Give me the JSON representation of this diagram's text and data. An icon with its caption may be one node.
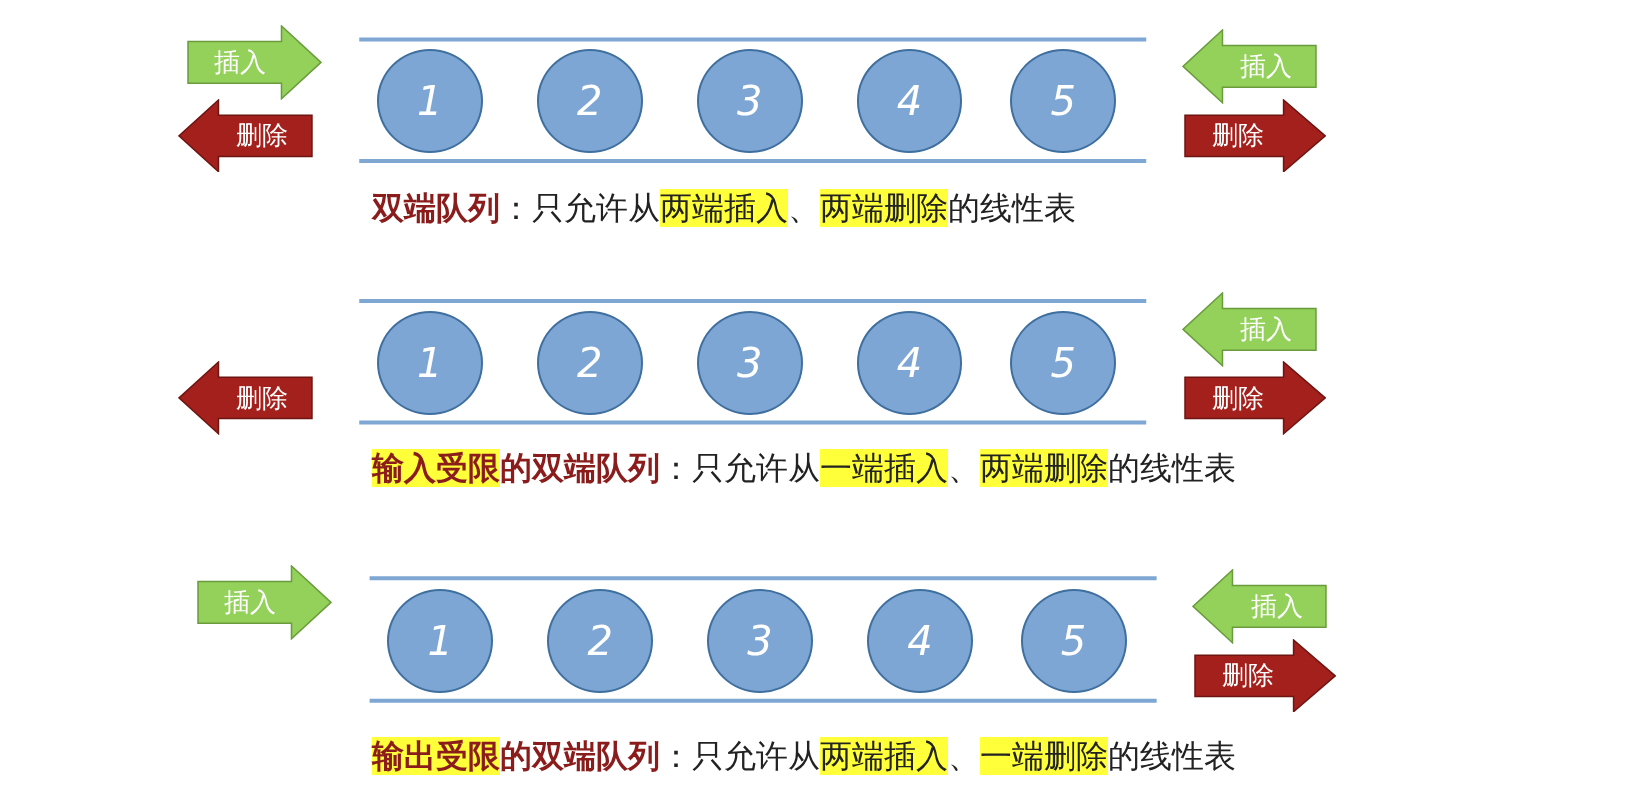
{
  "diagram": {
    "nodes": [
      {
        "text": [
          "插入"
        ]
      },
      {
        "text": [
          "删除"
        ]
      },
      {
        "text": [
          "1"
        ]
      },
      {
        "text": [
          "2"
        ]
      },
      {
        "text": [
          "3"
        ]
      },
      {
        "text": [
          "4"
        ]
      },
      {
        "text": [
          "5"
        ]
      },
      {
        "text": [
          "插入"
        ]
      },
      {
        "text": [
          "删除"
        ]
      },
      {
        "text": [
          "删除"
        ]
      },
      {
        "text": [
          "1"
        ]
      },
      {
        "text": [
          "2"
        ]
      },
      {
        "text": [
          "3"
        ]
      },
      {
        "text": [
          "4"
        ]
      },
      {
        "text": [
          "5"
        ]
      },
      {
        "text": [
          "插入"
        ]
      },
      {
        "text": [
          "删除"
        ]
      },
      {
        "text": [
          "插入"
        ]
      },
      {
        "text": [
          "1"
        ]
      },
      {
        "text": [
          "2"
        ]
      },
      {
        "text": [
          "3"
        ]
      },
      {
        "text": [
          "4"
        ]
      },
      {
        "text": [
          "5"
        ]
      },
      {
        "text": [
          "插入"
        ]
      },
      {
        "text": [
          "删除"
        ]
      }
    ],
    "labels": [
      "双端队列：只允许从两端插入、两端删除的线性表",
      "输入受限的双端队列：只允许从一端插入、两端删除的线性表",
      "输出受限的双端队列：只允许从两端插入、一端删除的线性表"
    ]
  }
}
